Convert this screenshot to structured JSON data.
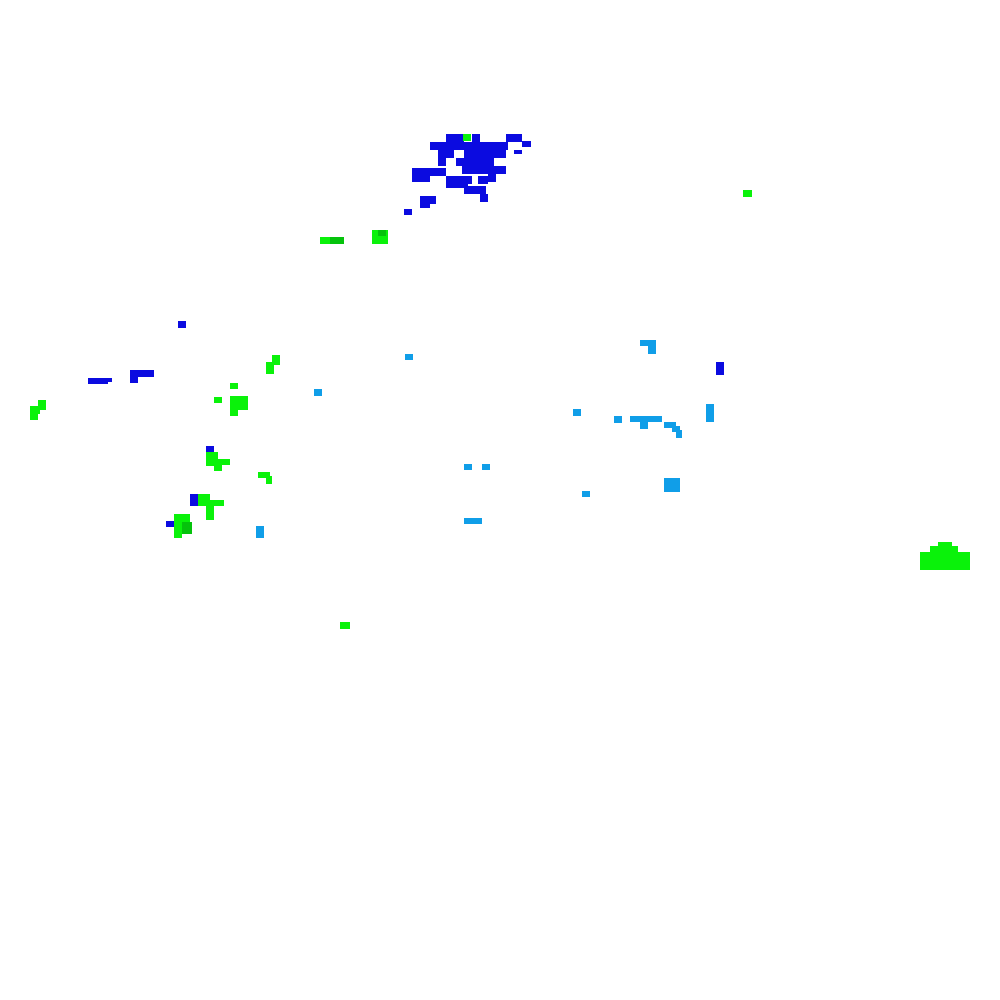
{
  "colors": {
    "background": "#ffffff",
    "blue": "#0b0be0",
    "green": "#0af20a",
    "sky": "#109ee8",
    "green_dark": "#05c30c"
  },
  "clusters": [
    {
      "name": "blue-cluster-top",
      "color": "blue"
    },
    {
      "name": "green-clusters",
      "color": "green"
    },
    {
      "name": "sky-clusters",
      "color": "sky"
    }
  ]
}
